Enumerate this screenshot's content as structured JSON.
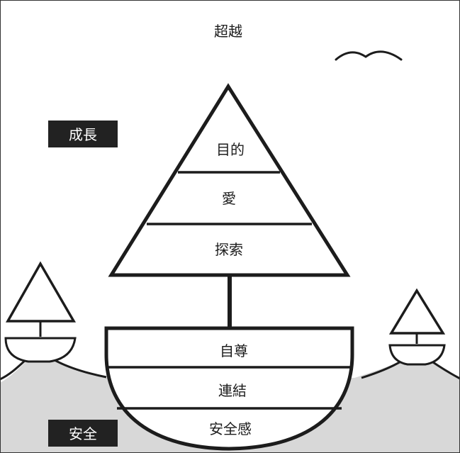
{
  "top_label": "超越",
  "tags": {
    "growth": "成長",
    "safety": "安全"
  },
  "sail": [
    "目的",
    "愛",
    "探索"
  ],
  "hull": [
    "自尊",
    "連結",
    "安全感"
  ],
  "colors": {
    "ink": "#1c1c1c",
    "sea": "#d8d8d8",
    "tag_bg": "#222222",
    "tag_text": "#ffffff",
    "background": "#ffffff"
  }
}
